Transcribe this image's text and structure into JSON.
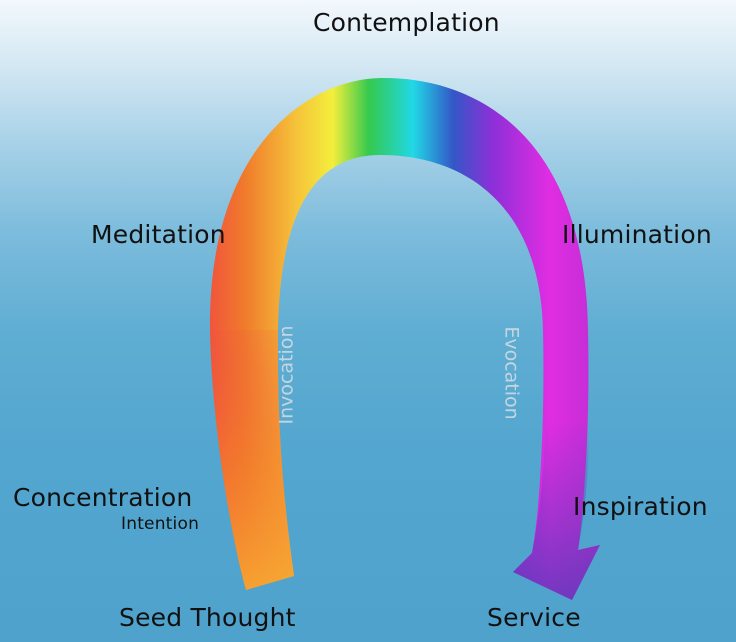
{
  "labels": {
    "top": "Contemplation",
    "upper_left": "Meditation",
    "upper_right": "Illumination",
    "lower_left": "Concentration",
    "lower_left_sub": "Intention",
    "lower_right": "Inspiration",
    "bottom_left": "Seed Thought",
    "bottom_right": "Service"
  },
  "arc_labels": {
    "left_stream": "Invocation",
    "right_stream": "Evocation"
  },
  "spectrum_colors": [
    "#f7a532",
    "#f47a2c",
    "#ef3e46",
    "#f07a2c",
    "#f4ee3c",
    "#34c94e",
    "#21d8e6",
    "#3357c7",
    "#8e2fd8",
    "#e12de2",
    "#c52ed6",
    "#5b3ab8"
  ]
}
